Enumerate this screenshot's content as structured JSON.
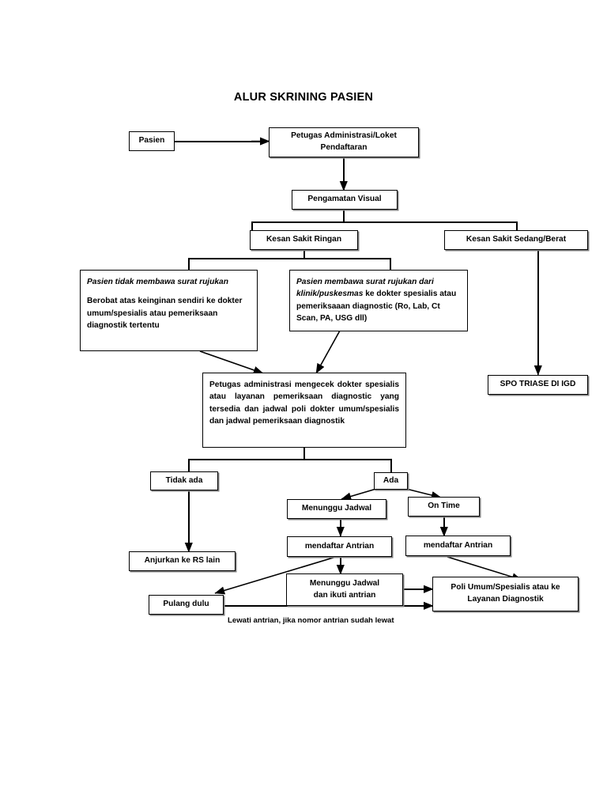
{
  "title": "ALUR SKRINING PASIEN",
  "nodes": {
    "pasien": "Pasien",
    "petugas_loket": "Petugas Administrasi/Loket Pendaftaran",
    "pengamatan_visual": "Pengamatan Visual",
    "sakit_ringan": "Kesan Sakit Ringan",
    "sakit_sedang_berat": "Kesan Sakit Sedang/Berat",
    "spo_triase": "SPO TRIASE DI IGD",
    "tanpa_rujukan_italic": "Pasien tidak membawa surat rujukan",
    "tanpa_rujukan_bold": "Berobat atas keinginan sendiri ke dokter umum/spesialis atau pemeriksaan diagnostik tertentu",
    "dengan_rujukan_italic": "Pasien membawa surat rujukan dari klinik/puskesmas",
    "dengan_rujukan_bold": " ke dokter spesialis atau pemeriksaaan diagnostic (Ro, Lab, Ct Scan, PA, USG  dll)",
    "cek_jadwal": "Petugas administrasi mengecek dokter spesialis atau layanan pemeriksaan diagnostic yang tersedia dan jadwal poli dokter umum/spesialis dan jadwal pemeriksaan diagnostik",
    "tidak_ada": "Tidak ada",
    "ada": "Ada",
    "anjurkan_rs_lain": "Anjurkan ke RS lain",
    "menunggu_jadwal": "Menunggu  Jadwal",
    "on_time": "On Time",
    "mendaftar_antrian_kiri": "mendaftar Antrian",
    "mendaftar_antrian_kanan": "mendaftar Antrian",
    "pulang_dulu": "Pulang dulu",
    "menunggu_ikuti_antrian_l1": "Menunggu  Jadwal",
    "menunggu_ikuti_antrian_l2": "dan ikuti antrian",
    "poli_umum_l1": "Poli Umum/Spesialis atau ke",
    "poli_umum_l2": "Layanan Diagnostik"
  },
  "caption": "Lewati antrian, jika nomor antrian sudah lewat",
  "colors": {
    "stroke": "#000000",
    "background": "#ffffff",
    "shadow": "#808080"
  }
}
